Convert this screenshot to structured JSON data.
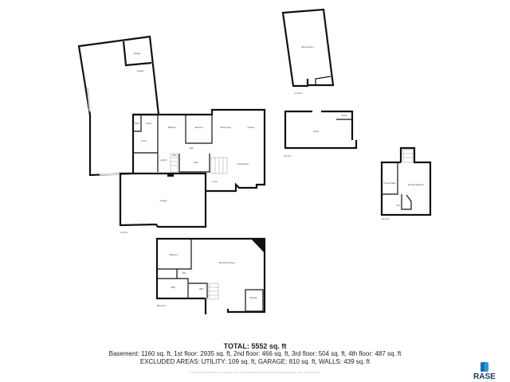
{
  "floors": {
    "first": {
      "label": "1st floor",
      "rooms": [
        "Garage",
        "Garage",
        "Bath",
        "Room",
        "Bedroom",
        "Bedroom",
        "Dining Area",
        "Kitchen",
        "Room",
        "Laundry",
        "Hall",
        "WIC",
        "Bath",
        "Living Room",
        "Foyer",
        "Garage"
      ]
    },
    "basement": {
      "label": "Basement",
      "rooms": [
        "Bedroom",
        "Recreation Room",
        "WIC",
        "Utility",
        "Bath",
        "Wet Bar"
      ]
    },
    "second": {
      "label": "2nd floor",
      "rooms": [
        "Bonus Room"
      ]
    },
    "third": {
      "label": "3rd floor",
      "rooms": [
        "Room",
        "Closet"
      ]
    },
    "fourth": {
      "label": "4th floor",
      "rooms": [
        "Primary Bath",
        "Primary Bedroom",
        "WIC"
      ]
    }
  },
  "summary": {
    "total": "TOTAL: 5552 sq. ft",
    "breakdown": "Basement: 1160 sq. ft, 1st floor: 2935 sq. ft, 2nd floor: 466 sq. ft, 3rd floor: 504 sq. ft, 4th floor: 487 sq. ft",
    "excluded": "EXCLUDED AREAS: UTILITY: 109 sq. ft, GARAGE: 810 sq. ft, WALLS: 439 sq. ft",
    "disclaimer": "FLOOR PLAN CREATED BY CUBICASA APP. MEASUREMENTS DEEMED HIGHLY RELIABLE BUT NOT GUARANTEED."
  },
  "logo": {
    "text": "RASE",
    "colors": [
      "#1b6fa8",
      "#2f9ad6"
    ]
  }
}
